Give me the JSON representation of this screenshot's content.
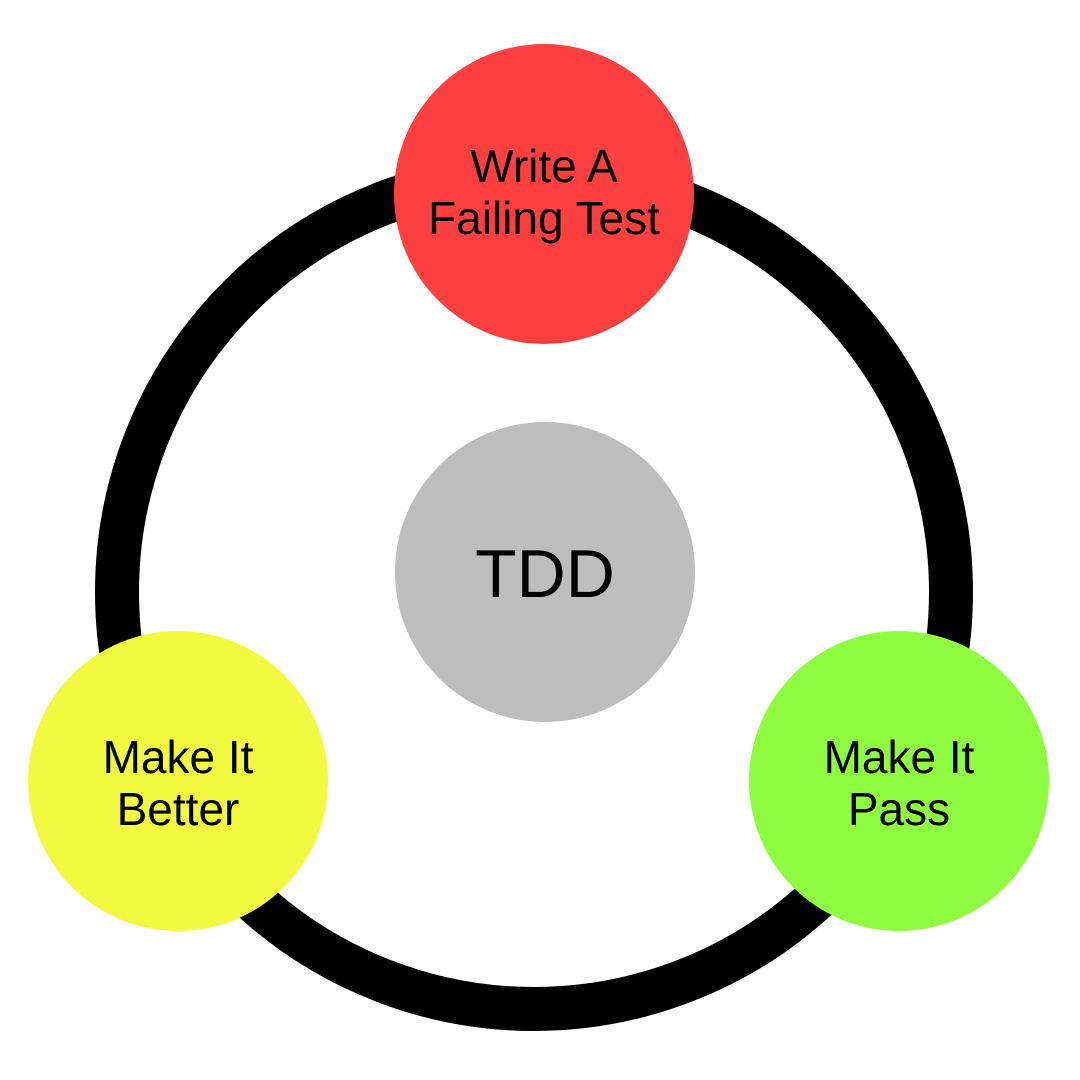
{
  "diagram": {
    "center": {
      "label": "TDD",
      "color": "#bdbdbd"
    },
    "cycle_ring_color": "#000000",
    "steps": [
      {
        "lines": [
          "Write A",
          "Failing Test"
        ],
        "color": "#fe3f40"
      },
      {
        "lines": [
          "Make It",
          "Pass"
        ],
        "color": "#8efc3f"
      },
      {
        "lines": [
          "Make It",
          "Better"
        ],
        "color": "#f1fa3f"
      }
    ]
  }
}
